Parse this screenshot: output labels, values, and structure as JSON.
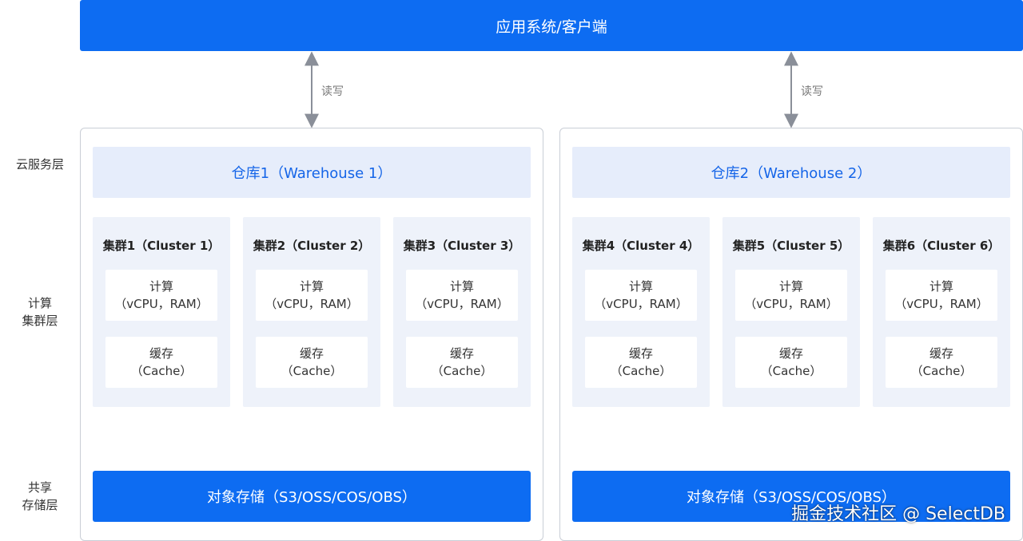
{
  "top_bar": {
    "label": "应用系统/客户端"
  },
  "layers": {
    "cloud_service": "云服务层",
    "compute_line1": "计算",
    "compute_line2": "集群层",
    "storage_line1": "共享",
    "storage_line2": "存储层"
  },
  "read_write": "读写",
  "warehouses": [
    {
      "title": "仓库1（Warehouse 1）",
      "storage": "对象存储（S3/OSS/COS/OBS）"
    },
    {
      "title": "仓库2（Warehouse 2）",
      "storage": "对象存储（S3/OSS/COS/OBS）"
    }
  ],
  "clusters": [
    {
      "title": "集群1（Cluster 1）"
    },
    {
      "title": "集群2（Cluster 2）"
    },
    {
      "title": "集群3（Cluster 3）"
    },
    {
      "title": "集群4（Cluster 4）"
    },
    {
      "title": "集群5（Cluster 5）"
    },
    {
      "title": "集群6（Cluster 6）"
    }
  ],
  "compute": {
    "line1": "计算",
    "line2": "（vCPU，RAM）"
  },
  "cache": {
    "line1": "缓存",
    "line2": "（Cache）"
  },
  "watermark": "掘金技术社区 @ SelectDB",
  "colors": {
    "primary": "#0d6cf2",
    "warehouse_header_bg": "#e6edfb",
    "cluster_bg": "#eef2fa",
    "arrow": "#8a8f99"
  }
}
